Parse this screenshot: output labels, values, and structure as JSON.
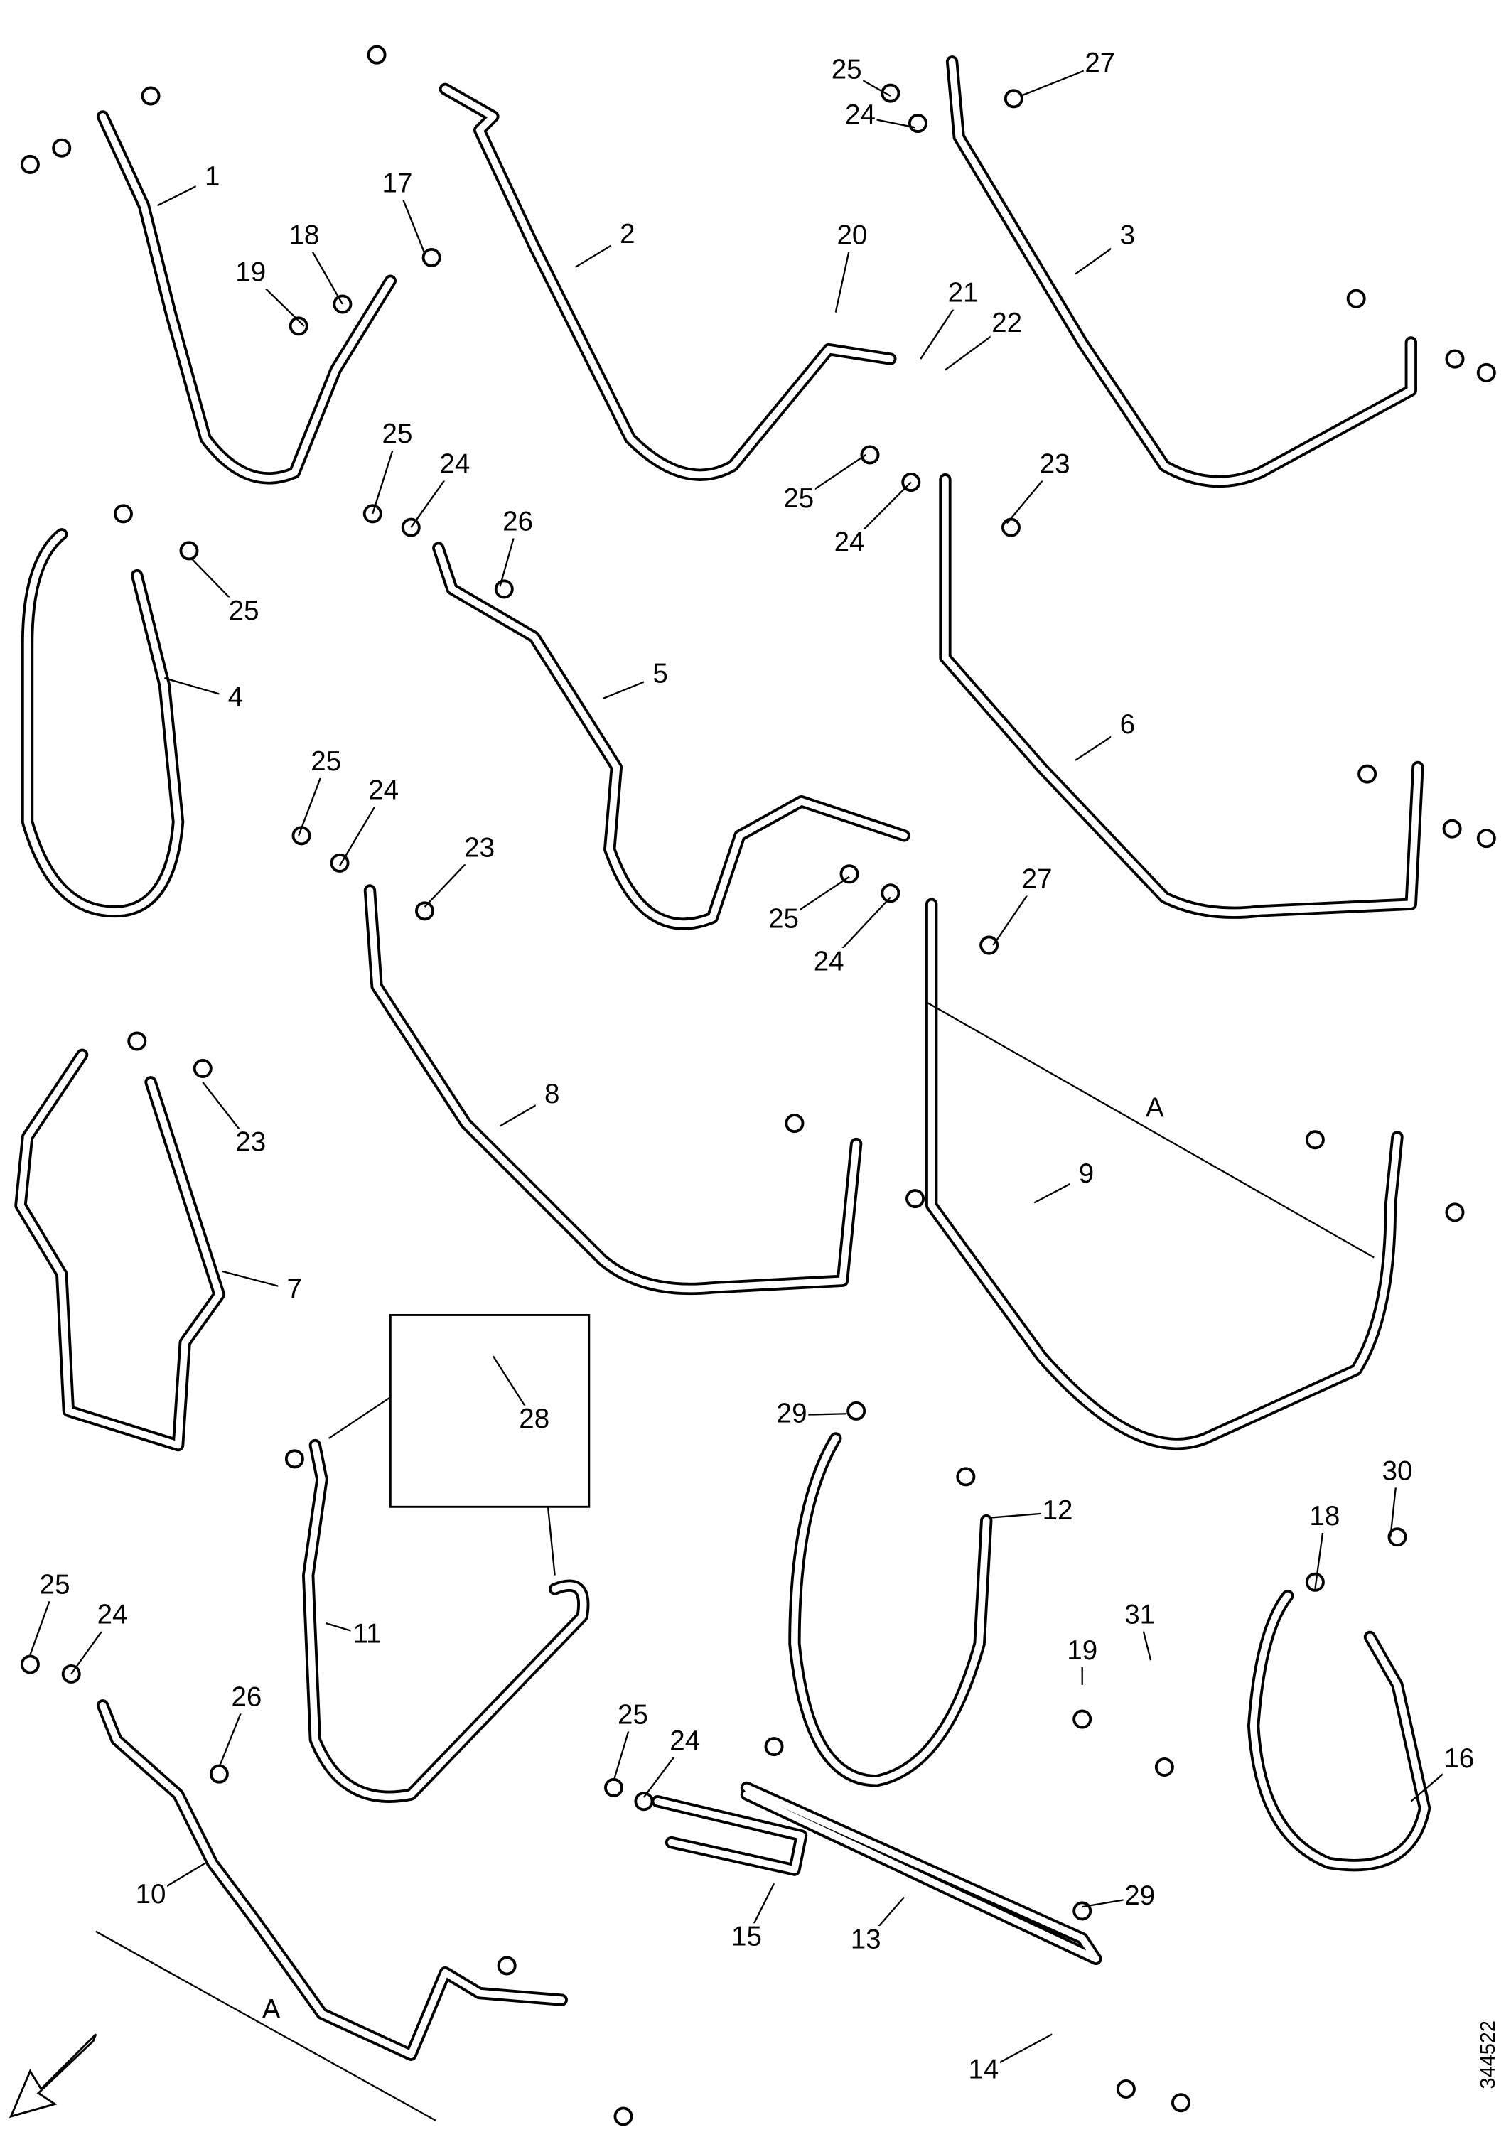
{
  "diagram": {
    "figure_number": "344522",
    "callouts": [
      "1",
      "17",
      "18",
      "19",
      "2",
      "20",
      "21",
      "22",
      "25",
      "24",
      "27",
      "3",
      "25",
      "24",
      "26",
      "25",
      "24",
      "23",
      "4",
      "25",
      "5",
      "6",
      "25",
      "24",
      "23",
      "25",
      "24",
      "27",
      "8",
      "9",
      "A",
      "23",
      "7",
      "28",
      "29",
      "12",
      "30",
      "18",
      "31",
      "19",
      "16",
      "11",
      "25",
      "24",
      "26",
      "25",
      "24",
      "10",
      "A",
      "15",
      "13",
      "29",
      "14"
    ]
  },
  "colors": {
    "line": "#000000",
    "background": "#ffffff"
  },
  "icons": {
    "direction_arrow": "arrow-down-left-icon"
  }
}
